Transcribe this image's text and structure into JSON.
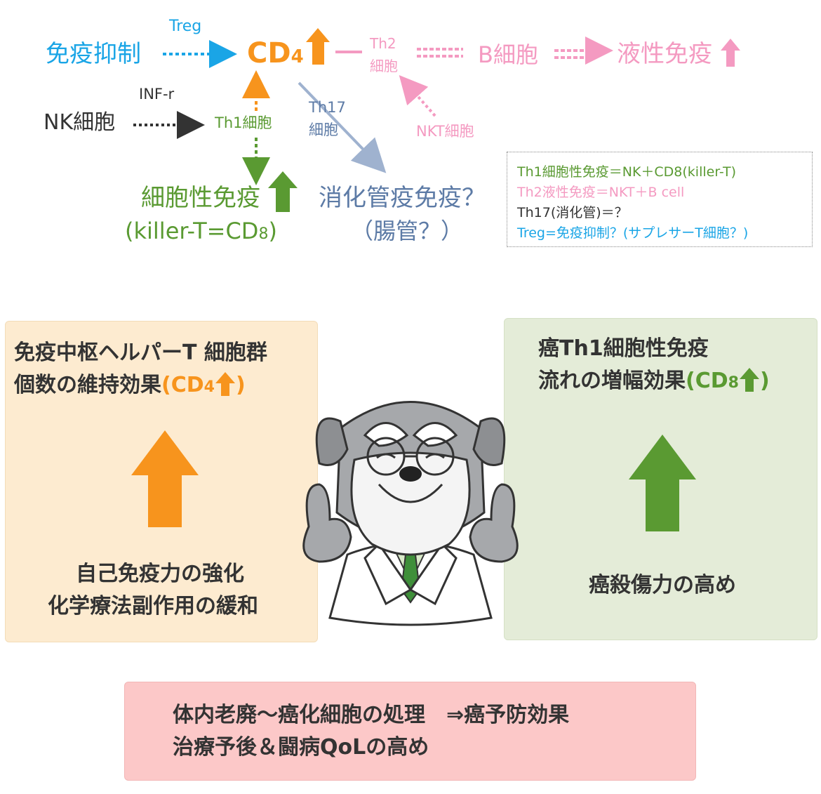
{
  "diagram": {
    "immunosuppression": "免疫抑制",
    "treg_label": "Treg",
    "cd4": "CD",
    "cd4_sub": "4",
    "th2": "Th2",
    "th2_cell": "細胞",
    "b_cell": "B細胞",
    "humoral_immunity": "液性免疫",
    "inf_r": "INF-r",
    "nk_cell": "NK細胞",
    "th1_cell": "Th1細胞",
    "th17": "Th17",
    "th17_cell": "細胞",
    "nkt_cell": "NKT細胞",
    "cellular_immunity": "細胞性免疫",
    "killer_t": "(killer-T=CD",
    "killer_t_sub": "8",
    "killer_t_end": ")",
    "gut_immunity": "消化管疫免疫？",
    "gut_paren": "（腸管？）"
  },
  "legend": {
    "line1": "Th1細胞性免疫＝NK＋CD8(killer-T)",
    "line2": "Th2液性免疫＝NKT＋B cell",
    "line3": "Th17(消化管)＝？",
    "line4": "Treg=免疫抑制？(サプレサーT細胞？)"
  },
  "left_panel": {
    "title_line1": "免疫中枢ヘルパーT 細胞群",
    "title_line2_pre": "個数の維持効果",
    "title_line2_accent": "(CD",
    "title_line2_sub": "4",
    "title_line2_end": ")",
    "bottom_line1": "自己免疫力の強化",
    "bottom_line2": "化学療法副作用の緩和"
  },
  "right_panel": {
    "title_line1": "癌Th1細胞性免疫",
    "title_line2_pre": "流れの増幅効果",
    "title_line2_accent": "(CD",
    "title_line2_sub": "8",
    "title_line2_end": ")",
    "bottom_line1": "癌殺傷力の高め"
  },
  "bottom_panel": {
    "line1": "体内老廃～癌化細胞の処理　⇒癌予防効果",
    "line2": "治療予後＆闘病QoLの高め"
  },
  "colors": {
    "blue": "#1aa5e6",
    "orange": "#f7941d",
    "pink": "#f49ac1",
    "green": "#5a9a32",
    "steel": "#5d7ba6",
    "left_panel_bg": "#fdebd0",
    "right_panel_bg": "#e4ecd8",
    "bottom_panel_bg": "#fcc8c8"
  },
  "mascot": {
    "icon": "doctor-dog-icon"
  }
}
